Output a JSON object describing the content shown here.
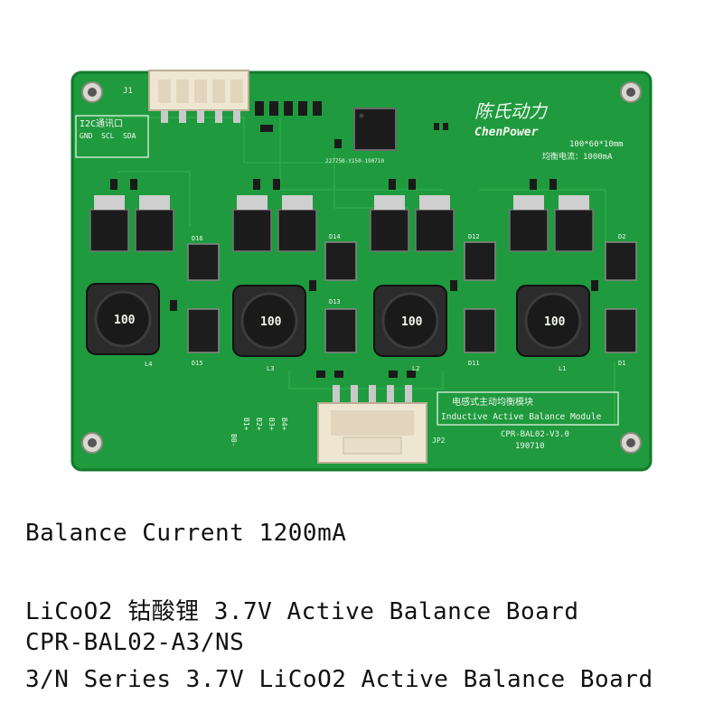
{
  "board": {
    "brand_script": "陈氏动力",
    "brand_logo": "ChenPower",
    "size_label": "100*60*10mm",
    "current_label": "均衡电流：1000mA",
    "i2c_label": "I2C通讯口",
    "i2c_pins": [
      "GND",
      "SCL",
      "SDA"
    ],
    "module_cn": "电感式主动均衡模块",
    "module_en": "Inductive Active Balance Module",
    "model": "CPR-BAL02-V3.0",
    "date": "190710",
    "pcb_code": "227750-Y150-190710",
    "connector_j1": "J1",
    "connector_jp2": "JP2",
    "battery_pins": [
      "B0-",
      "B1+",
      "B2+",
      "B3+",
      "B4+"
    ],
    "inductors": [
      {
        "ref": "L4",
        "mark": "100"
      },
      {
        "ref": "L3",
        "mark": "100"
      },
      {
        "ref": "L2",
        "mark": "100"
      },
      {
        "ref": "L1",
        "mark": "100"
      }
    ],
    "diodes": [
      "D16",
      "D15",
      "D14",
      "D13",
      "D12",
      "D11",
      "D2",
      "D1"
    ],
    "colors": {
      "pcb": "#1f9a3e",
      "pcb_dark": "#137a2c",
      "silk": "#f2f7ee",
      "inductor": "#2b2b2b",
      "connector": "#efe6d2"
    }
  },
  "captions": {
    "line1": "Balance Current 1200mA",
    "line2": "LiCoO2 钴酸锂 3.7V Active Balance Board",
    "line3": "CPR-BAL02-A3/NS",
    "line4": "3/N Series 3.7V LiCoO2  Active Balance Board"
  }
}
